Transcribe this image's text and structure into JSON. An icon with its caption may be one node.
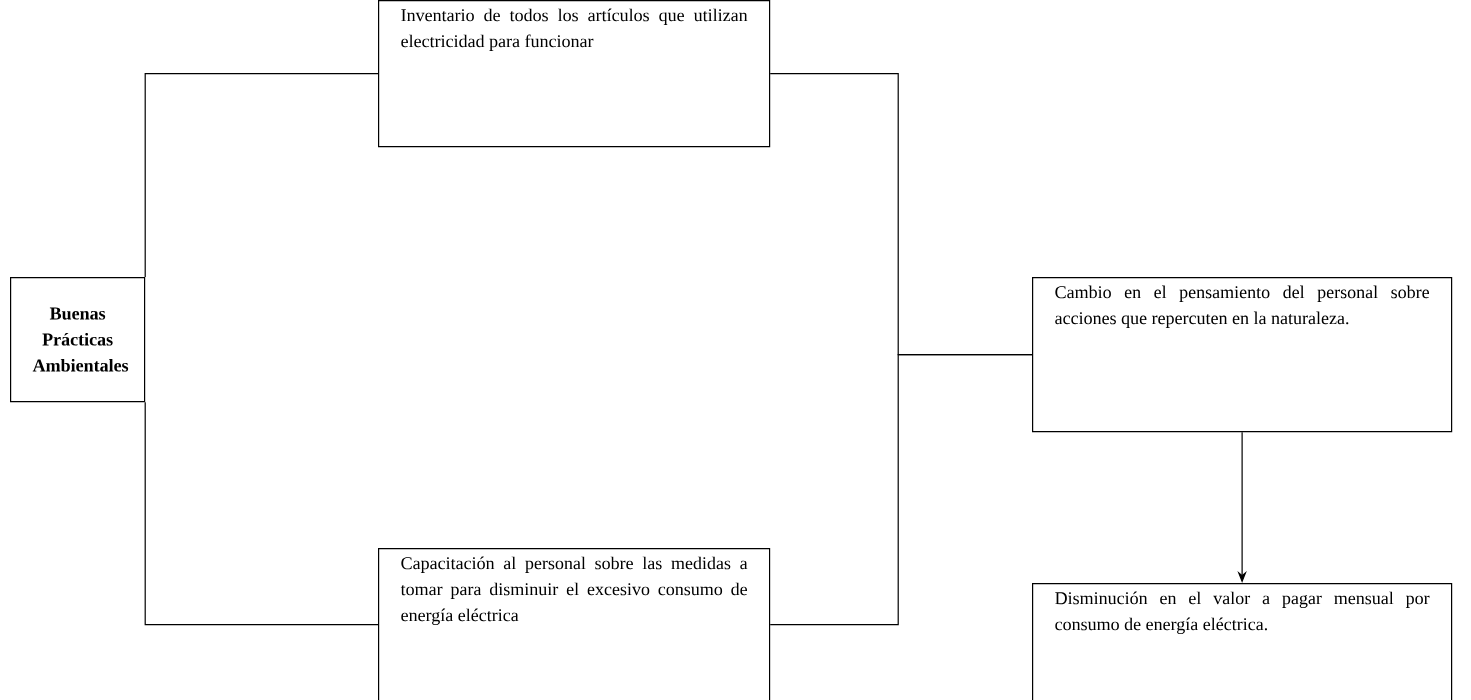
{
  "diagram": {
    "nodes": [
      {
        "text": [
          "Buenas Prácticas Ambientales"
        ]
      },
      {
        "text": [
          "Inventario de todos los artículos que utilizan electricidad para funcionar"
        ]
      },
      {
        "text": [
          "Capacitación al personal sobre las medidas a tomar para disminuir el excesivo consumo de energía eléctrica"
        ]
      },
      {
        "text": [
          "Cambio en el pensamiento del personal sobre acciones que repercuten en la naturaleza."
        ]
      },
      {
        "text": [
          "Disminución en el valor a pagar mensual por consumo de energía eléctrica."
        ]
      }
    ],
    "edges": [
      {
        "from": 0,
        "to": 1,
        "arrow": "none"
      },
      {
        "from": 0,
        "to": 2,
        "arrow": "none"
      },
      {
        "from": 1,
        "to": 3,
        "arrow": "none"
      },
      {
        "from": 2,
        "to": 3,
        "arrow": "none"
      },
      {
        "from": 3,
        "to": 4,
        "arrow": "to"
      }
    ]
  }
}
